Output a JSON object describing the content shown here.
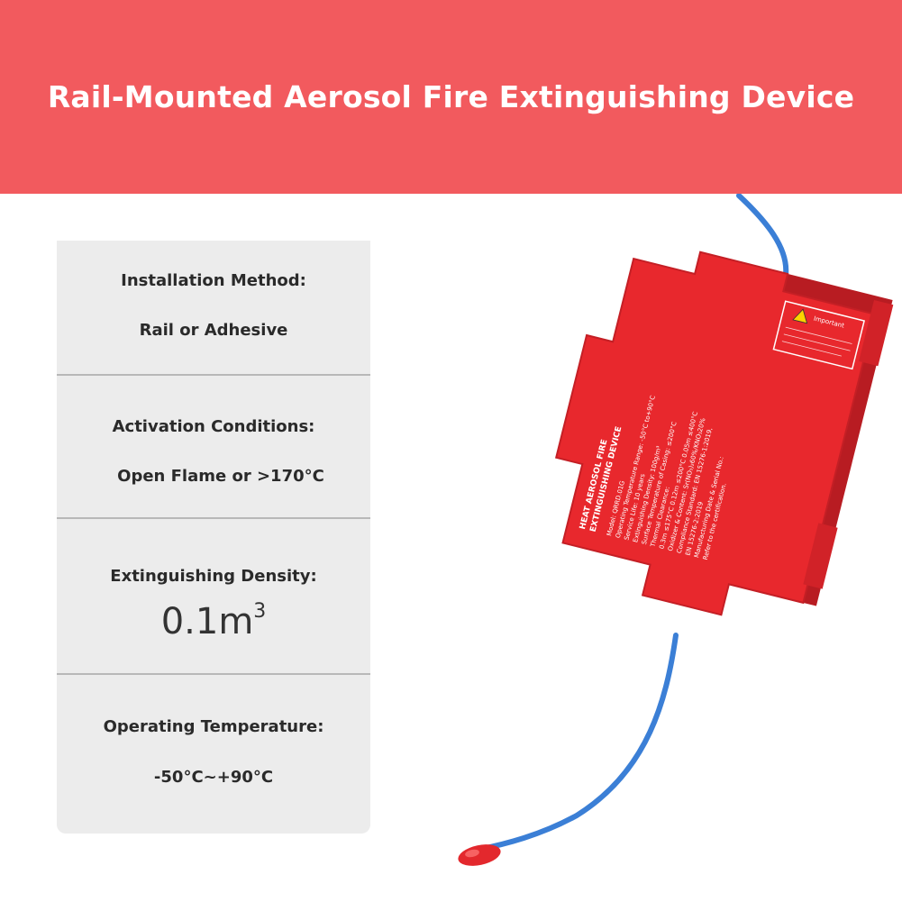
{
  "banner": {
    "title": "Rail-Mounted Aerosol Fire Extinguishing Device",
    "background_color": "#f25a5e"
  },
  "specs": [
    {
      "label": "Installation Method:",
      "value": "Rail or Adhesive"
    },
    {
      "label": "Activation Conditions:",
      "value": "Open Flame or >170°C"
    },
    {
      "label": "Extinguishing Density:",
      "value": "0.1m",
      "value_sup": "3"
    },
    {
      "label": "Operating Temperature:",
      "value": "-50°C~+90°C"
    }
  ],
  "product": {
    "device_color": "#e8282d",
    "cable_color": "#3b7fd6",
    "device_title": [
      "HEAT AEROSOL FIRE",
      "EXTINGUISHING DEVICE"
    ],
    "device_text": [
      "Model: QRRD.01G",
      "Operating Temperature Range: -50°C to+90°C",
      "Service Life: 10 years",
      "Extinguishing Density: 100g/m³",
      "Surface Temperature of Casing: ≤200°C",
      "Thermal Clearance:",
      "0.3m ≤175°C 0.12m ≤200°C 0.05m ≤400°C",
      "Oxidizer & Content: Sr(NO₃)₂60%/KNO₃20%",
      "Compliance Standard: EN 15276-1:2019,",
      "EN 15276-2:2019",
      "Manufacturing Date & Serial No.:",
      "Refer to the certification."
    ],
    "warning_label": "Important"
  }
}
